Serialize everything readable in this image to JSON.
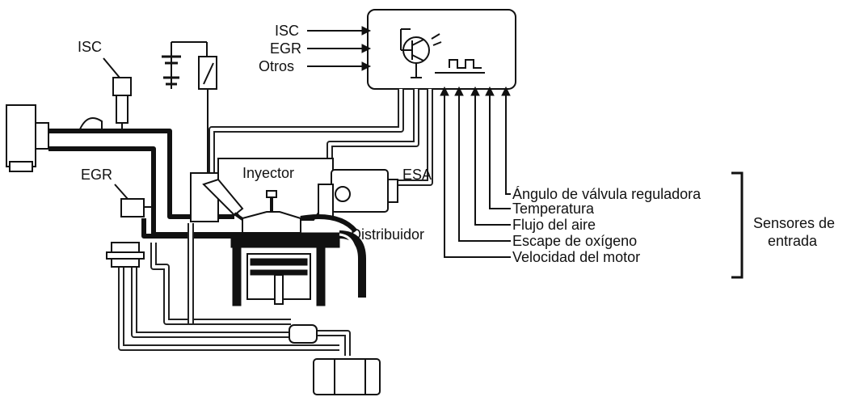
{
  "labels": {
    "isc_top": "ISC",
    "egr_left": "EGR",
    "inyector": "Inyector",
    "esa": "ESA",
    "distribuidor": "Distribuidor",
    "ecu_isc": "ISC",
    "ecu_egr": "EGR",
    "ecu_otros": "Otros"
  },
  "sensors": {
    "group_label_line1": "Sensores de",
    "group_label_line2": "entrada",
    "items": [
      "Ángulo de válvula reguladora",
      "Temperatura",
      "Flujo del aire",
      "Escape de oxígeno",
      "Velocidad del motor"
    ]
  }
}
